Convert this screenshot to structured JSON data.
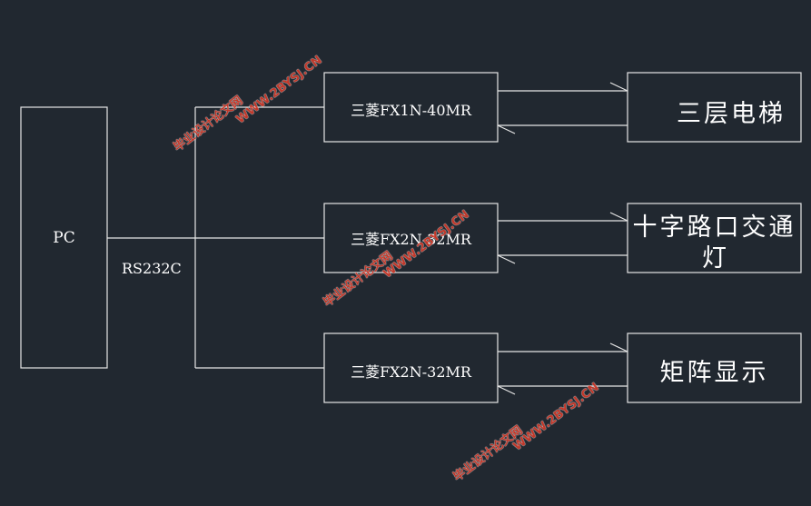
{
  "colors": {
    "background": "#212830",
    "line": "#e6e6e6",
    "text": "#ffffff",
    "watermark": "#d23a2a"
  },
  "pc": {
    "label": "PC"
  },
  "bus": {
    "label": "RS232C"
  },
  "plcs": [
    {
      "label": "三菱FX1N-40MR"
    },
    {
      "label": "三菱FX2N-32MR"
    },
    {
      "label": "三菱FX2N-32MR"
    }
  ],
  "devices": [
    {
      "label": "三层电梯"
    },
    {
      "label_line1": "十字路口交通",
      "label_line2": "灯"
    },
    {
      "label": "矩阵显示"
    }
  ],
  "watermarks": [
    {
      "line1": "毕业设计论文网",
      "line2": "WWW.2BYSJ.CN"
    },
    {
      "line1": "毕业设计论文网",
      "line2": "WWW.2BYSJ.CN"
    },
    {
      "line1": "毕业设计论文网",
      "line2": "WWW.2BYSJ.CN"
    }
  ]
}
